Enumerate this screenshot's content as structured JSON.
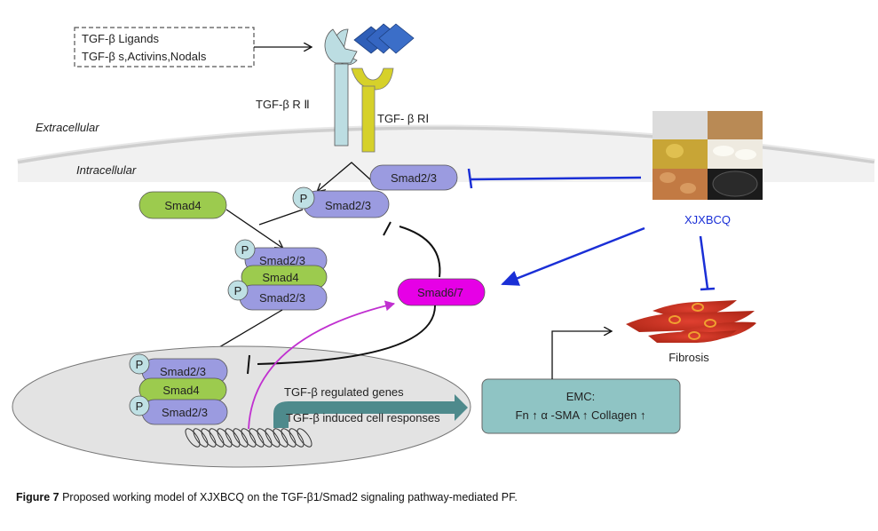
{
  "figure": {
    "ligand_box": {
      "line1": "TGF-β Ligands",
      "line2": "TGF-β s,Activins,Nodals"
    },
    "receptors": {
      "r2_label": "TGF-β R Ⅱ",
      "r1_label": "TGF- β RⅠ"
    },
    "regions": {
      "extracellular": "Extracellular",
      "intracellular": "Intracellular"
    },
    "nodes": {
      "smad23_membrane": "Smad2/3",
      "smad23_phos": "Smad2/3",
      "smad4_free": "Smad4",
      "complex_top": "Smad2/3",
      "complex_mid": "Smad4",
      "complex_bot": "Smad2/3",
      "smad67": "Smad6/7",
      "nuc_top": "Smad2/3",
      "nuc_mid": "Smad4",
      "nuc_bot": "Smad2/3",
      "phospho": "P"
    },
    "nucleus": {
      "genes": "TGF-β regulated genes",
      "responses": "TGF-β induced cell responses"
    },
    "emc": {
      "title": "EMC:",
      "markers": "Fn ↑ α -SMA ↑ Collagen ↑"
    },
    "drug": {
      "name": "XJXBCQ"
    },
    "fibrosis": {
      "label": "Fibrosis"
    },
    "colors": {
      "smad23": "#9b9be0",
      "smad4": "#9ccb4e",
      "smad67": "#e600e6",
      "phospho": "#bfe0e4",
      "drug_blue": "#1a2fd6",
      "emc_fill": "#8fc4c4",
      "nucleus_fill": "#e3e3e3",
      "ligand": "#2f5fb8",
      "r2": "#bcdde2",
      "r1": "#d6d12a"
    }
  },
  "caption": {
    "label": "Figure 7",
    "text": " Proposed working model of XJXBCQ on the TGF-β1/Smad2 signaling pathway-mediated PF."
  }
}
